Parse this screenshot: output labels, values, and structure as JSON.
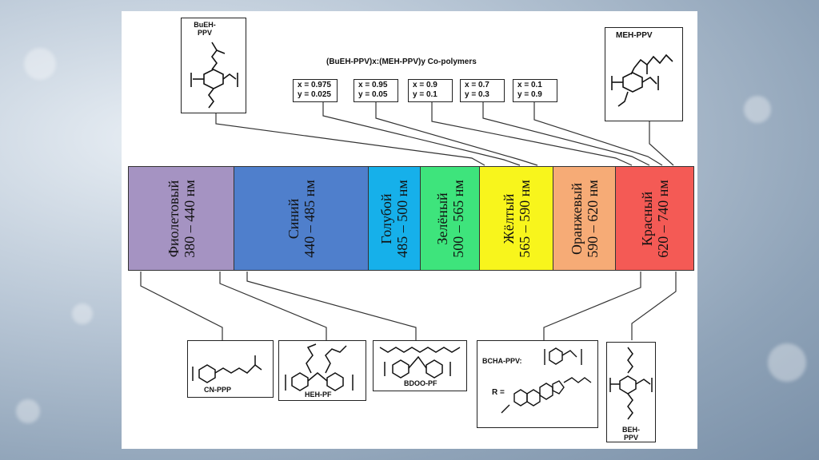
{
  "copolymer_title": "(BuEH-PPV)x:(MEH-PPV)y Co-polymers",
  "ratios": [
    {
      "x": "x = 0.975",
      "y": "y = 0.025"
    },
    {
      "x": "x = 0.95",
      "y": "y = 0.05"
    },
    {
      "x": "x = 0.9",
      "y": "y = 0.1"
    },
    {
      "x": "x = 0.7",
      "y": "y = 0.3"
    },
    {
      "x": "x = 0.1",
      "y": "y = 0.9"
    }
  ],
  "top_polymers": {
    "left": "BuEH-PPV",
    "right": "MEH-PPV"
  },
  "bands": [
    {
      "name": "Фиолетовый",
      "range": "380 – 440 нм",
      "color": "#a593c2"
    },
    {
      "name": "Синий",
      "range": "440 – 485 нм",
      "color": "#4f7fcc"
    },
    {
      "name": "Голубой",
      "range": "485 – 500 нм",
      "color": "#16b0ea"
    },
    {
      "name": "Зелёный",
      "range": "500 – 565 нм",
      "color": "#3ee47c"
    },
    {
      "name": "Жёлтый",
      "range": "565 – 590 нм",
      "color": "#f8f51c"
    },
    {
      "name": "Оранжевый",
      "range": "590 – 620 нм",
      "color": "#f6ab76"
    },
    {
      "name": "Красный",
      "range": "620 – 740 нм",
      "color": "#f45a55"
    }
  ],
  "bottom_polymers": {
    "cn_ppp": "CN-PPP",
    "heh_pf": "HEH-PF",
    "bdoo_pf": "BDOO-PF",
    "bcha_ppv": "BCHA-PPV:",
    "r_label": "R =",
    "beh_ppv": "BEH-PPV"
  }
}
